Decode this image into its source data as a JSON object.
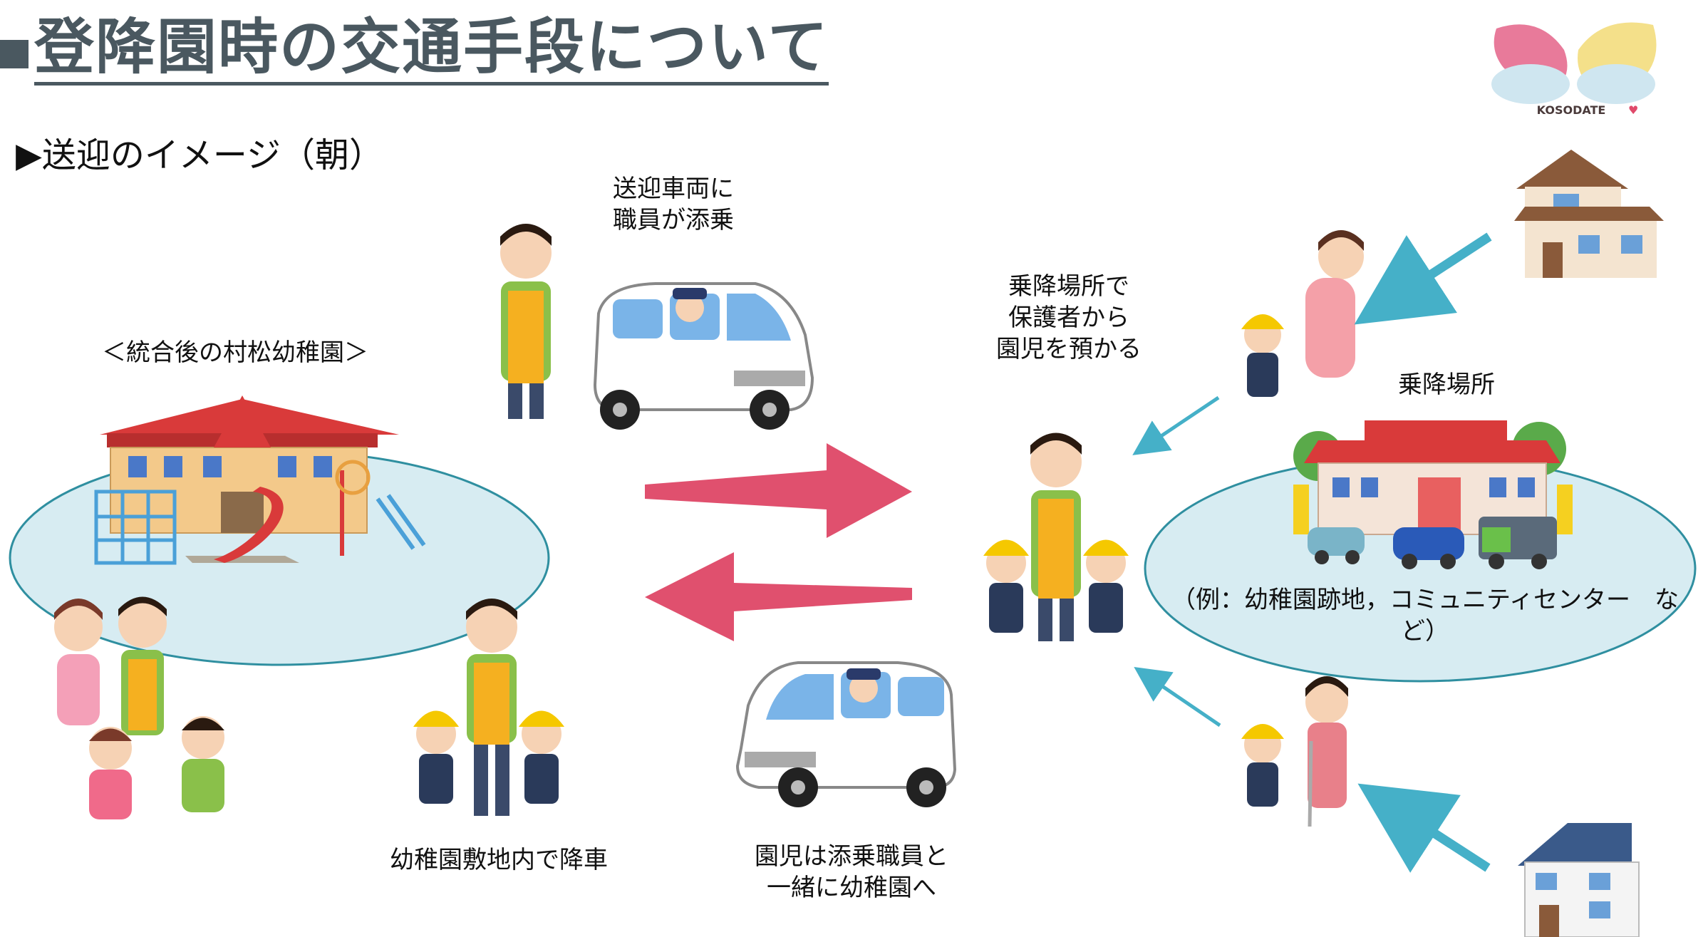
{
  "title": "登降園時の交通手段について",
  "subtitle": "送迎のイメージ（朝）",
  "labels": {
    "kindergarten": "＜統合後の村松幼稚園＞",
    "staff_on_vehicle": [
      "送迎車両に",
      "職員が添乗"
    ],
    "pickup_point_action": [
      "乗降場所で",
      "保護者から",
      "園児を預かる"
    ],
    "pickup_point": "乗降場所",
    "pickup_example": "（例：幼稚園跡地，コミュニティセンター　など）",
    "drop_off": "幼稚園敷地内で降車",
    "kids_with_staff": [
      "園児は添乗職員と",
      "一緒に幼稚園へ"
    ]
  },
  "logo": {
    "text": "KOSODATE"
  },
  "colors": {
    "title": "#4a5860",
    "big_arrow": "#e0506e",
    "small_arrow": "#45b0c8",
    "ellipse_fill": "#d7ecf2",
    "ellipse_stroke": "#2f8fa0"
  }
}
